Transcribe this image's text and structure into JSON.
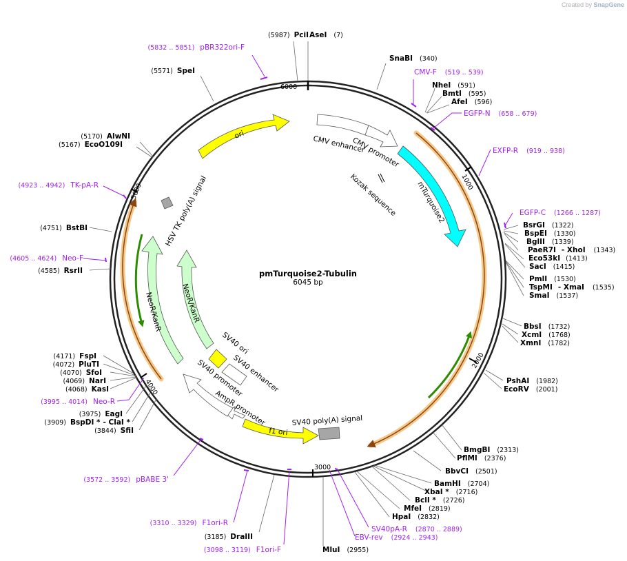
{
  "credit": {
    "prefix": "Created by",
    "brand": "SnapGene"
  },
  "plasmid": {
    "name": "pmTurquoise2-Tubulin",
    "length_label": "6045 bp",
    "length": 6045
  },
  "ticks": [
    "1000",
    "2000",
    "3000",
    "4000",
    "5000",
    "6000"
  ],
  "sites": [
    {
      "left": [
        "(5987)",
        "PciI"
      ],
      "right": [
        "AseI",
        "(7)"
      ]
    },
    {
      "right": [
        "SnaBI",
        "(340)"
      ]
    },
    {
      "right": [
        "NheI",
        "(591)"
      ]
    },
    {
      "right": [
        "BmtI",
        "(595)"
      ]
    },
    {
      "right": [
        "AfeI",
        "(596)"
      ]
    },
    {
      "right": [
        "BsrGI",
        "(1322)"
      ]
    },
    {
      "right": [
        "BspEI",
        "(1330)"
      ]
    },
    {
      "right": [
        "BglII",
        "(1339)"
      ]
    },
    {
      "right": [
        "PaeR7I",
        "- XhoI",
        "(1343)"
      ]
    },
    {
      "right": [
        "Eco53kI",
        "(1413)"
      ]
    },
    {
      "right": [
        "SacI",
        "(1415)"
      ]
    },
    {
      "right": [
        "PmlI",
        "(1530)"
      ]
    },
    {
      "right": [
        "TspMI",
        "- XmaI",
        "(1535)"
      ]
    },
    {
      "right": [
        "SmaI",
        "(1537)"
      ]
    },
    {
      "right": [
        "BbsI",
        "(1732)"
      ]
    },
    {
      "right": [
        "XcmI",
        "(1768)"
      ]
    },
    {
      "right": [
        "XmnI",
        "(1782)"
      ]
    },
    {
      "right": [
        "PshAI",
        "(1982)"
      ]
    },
    {
      "right": [
        "EcoRV",
        "(2001)"
      ]
    },
    {
      "right": [
        "BmgBI",
        "(2313)"
      ]
    },
    {
      "right": [
        "PflMI",
        "(2376)"
      ]
    },
    {
      "right": [
        "BbvCI",
        "(2501)"
      ]
    },
    {
      "right": [
        "BamHI",
        "(2704)"
      ]
    },
    {
      "right": [
        "XbaI *",
        "(2716)"
      ]
    },
    {
      "right": [
        "BclI *",
        "(2726)"
      ]
    },
    {
      "right": [
        "MfeI",
        "(2819)"
      ]
    },
    {
      "right": [
        "HpaI",
        "(2832)"
      ]
    },
    {
      "right": [
        "MluI",
        "(2955)"
      ]
    },
    {
      "left": [
        "(3185)",
        "DraIII"
      ]
    },
    {
      "left": [
        "(3844)",
        "SfiI"
      ]
    },
    {
      "left": [
        "(3909)",
        "BspDI *",
        "- ClaI *"
      ]
    },
    {
      "left": [
        "(3975)",
        "EagI"
      ]
    },
    {
      "left": [
        "(4068)",
        "KasI"
      ]
    },
    {
      "left": [
        "(4069)",
        "NarI"
      ]
    },
    {
      "left": [
        "(4070)",
        "SfoI"
      ]
    },
    {
      "left": [
        "(4072)",
        "PluTI"
      ]
    },
    {
      "left": [
        "(4171)",
        "FspI"
      ]
    },
    {
      "left": [
        "(4585)",
        "RsrII"
      ]
    },
    {
      "left": [
        "(4751)",
        "BstBI"
      ]
    },
    {
      "left": [
        "(5167)",
        "EcoO109I"
      ]
    },
    {
      "left": [
        "(5170)",
        "AlwNI"
      ]
    },
    {
      "left": [
        "(5571)",
        "SpeI"
      ]
    }
  ],
  "primers": [
    {
      "parts": [
        "(5832 .. 5851)",
        "pBR322ori-F"
      ]
    },
    {
      "parts": [
        "CMV-F",
        "(519 .. 539)"
      ]
    },
    {
      "parts": [
        "EGFP-N",
        "(658 .. 679)"
      ]
    },
    {
      "parts": [
        "EXFP-R",
        "(919 .. 938)"
      ]
    },
    {
      "parts": [
        "EGFP-C",
        "(1266 .. 1287)"
      ]
    },
    {
      "parts": [
        "SV40pA-R",
        "(2870 .. 2889)"
      ]
    },
    {
      "parts": [
        "EBV-rev",
        "(2924 .. 2943)"
      ]
    },
    {
      "parts": [
        "(3098 .. 3119)",
        "F1ori-F"
      ]
    },
    {
      "parts": [
        "(3310 .. 3329)",
        "F1ori-R"
      ]
    },
    {
      "parts": [
        "(3572 .. 3592)",
        "pBABE 3'"
      ]
    },
    {
      "parts": [
        "(3995 .. 4014)",
        "Neo-R"
      ]
    },
    {
      "parts": [
        "(4605 .. 4624)",
        "Neo-F"
      ]
    },
    {
      "parts": [
        "(4923 .. 4942)",
        "TK-pA-R"
      ]
    }
  ],
  "features": {
    "ori": "ori",
    "cmv_enhancer": "CMV enhancer",
    "cmv_promoter": "CMV promoter",
    "kozak": "Kozak sequence",
    "mturquoise2": "mTurquoise2",
    "sv40_polya": "SV40 poly(A) signal",
    "f1_ori": "f1 ori",
    "ampr_promoter": "AmpR promoter",
    "sv40_promoter": "SV40 promoter",
    "sv40_enhancer": "SV40 enhancer",
    "sv40_ori": "SV40 ori",
    "neokanr_outer": "NeoR/KanR",
    "neokanr_inner": "NeoR/KanR",
    "hsv_tk_polya": "HSV TK poly(A) signal"
  },
  "colors": {
    "ori": "#ffff00",
    "mturquoise2": "#00ffff",
    "neokanr": "#ccffcc",
    "promoter": "#ffffff",
    "polya": "#a6a6a6",
    "primer": "#a020f0",
    "orf_outline": "#f5c888",
    "orf_line": "#8b4513",
    "orf_green": "#2e8b00"
  }
}
